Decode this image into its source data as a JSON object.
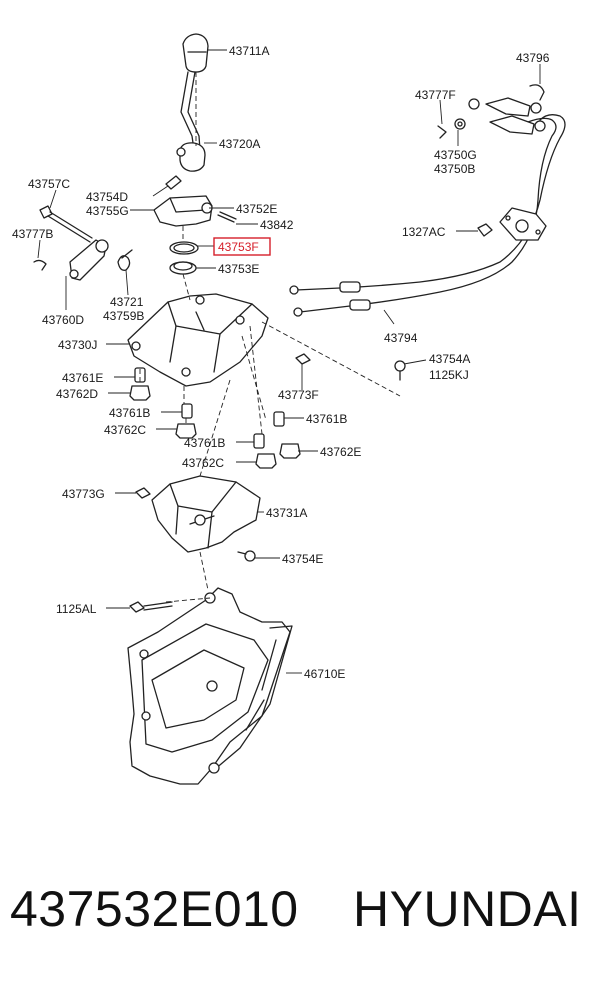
{
  "labels": {
    "l_43711A": "43711A",
    "l_43720A": "43720A",
    "l_43757C": "43757C",
    "l_43754D": "43754D",
    "l_43755G": "43755G",
    "l_43752E": "43752E",
    "l_43842": "43842",
    "l_43777B": "43777B",
    "l_43753F": "43753F",
    "l_43753E": "43753E",
    "l_43760D": "43760D",
    "l_43721": "43721",
    "l_43759B": "43759B",
    "l_43730J": "43730J",
    "l_43761E": "43761E",
    "l_43762D": "43762D",
    "l_43761B_a": "43761B",
    "l_43762C_a": "43762C",
    "l_43773F": "43773F",
    "l_43761B_b": "43761B",
    "l_43761B_c": "43761B",
    "l_43762C_b": "43762C",
    "l_43762E": "43762E",
    "l_43773G": "43773G",
    "l_43731A": "43731A",
    "l_43754E": "43754E",
    "l_1125AL": "1125AL",
    "l_46710E": "46710E",
    "l_43796": "43796",
    "l_43777F": "43777F",
    "l_43750G": "43750G",
    "l_43750B": "43750B",
    "l_1327AC": "1327AC",
    "l_43794": "43794",
    "l_43754A": "43754A",
    "l_1125KJ": "1125KJ"
  },
  "highlight": {
    "label_key": "l_43753F",
    "color": "#d61f2a"
  },
  "footer": {
    "part_number": "437532E010",
    "brand": "HYUNDAI"
  }
}
